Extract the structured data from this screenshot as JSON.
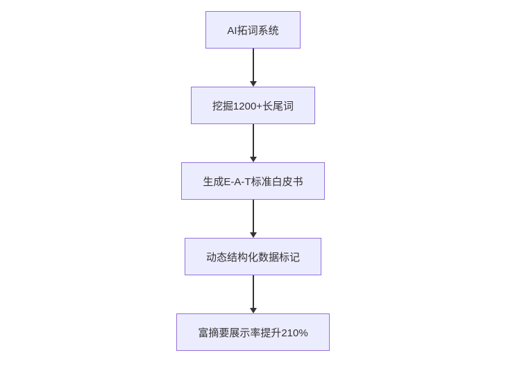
{
  "flowchart": {
    "title": "SEO AI flowchart",
    "direction": "top-down",
    "nodes": [
      {
        "id": "node-1",
        "label": "AI拓词系统"
      },
      {
        "id": "node-2",
        "label": "挖掘1200+长尾词"
      },
      {
        "id": "node-3",
        "label": "生成E-A-T标准白皮书"
      },
      {
        "id": "node-4",
        "label": "动态结构化数据标记"
      },
      {
        "id": "node-5",
        "label": "富摘要展示率提升210%"
      }
    ],
    "edges": [
      {
        "from": "node-1",
        "to": "node-2"
      },
      {
        "from": "node-2",
        "to": "node-3"
      },
      {
        "from": "node-3",
        "to": "node-4"
      },
      {
        "from": "node-4",
        "to": "node-5"
      }
    ],
    "colors": {
      "node_fill": "#ECECFF",
      "node_border": "#9370DB",
      "arrow": "#333333",
      "background": "#FFFFFF"
    }
  }
}
